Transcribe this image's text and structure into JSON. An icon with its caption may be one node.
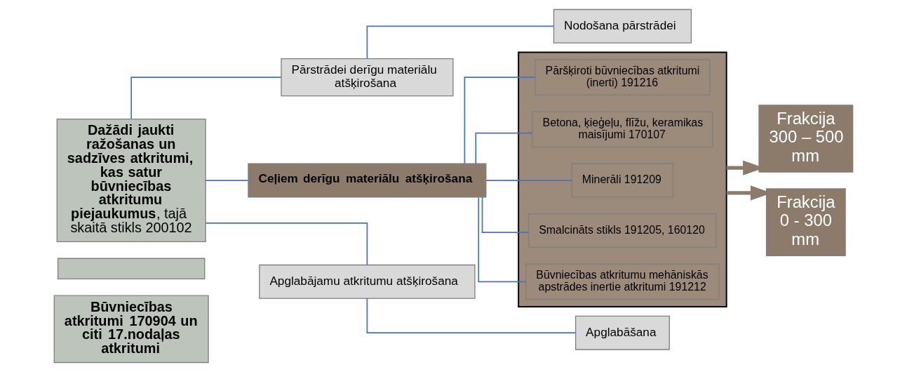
{
  "diagram": {
    "nodes": [
      {
        "text": [
          "Būvniecības atkritumi 170904 un citi 17.nodaļas atkritumi"
        ]
      },
      {
        "text": [],
        "shape": "box"
      },
      {
        "text": [
          "**Dažādi jaukti ražošanas un sadzīves atkritumi, kas satur būvniecības atkritumu piejaukumus**, tajā skaitā stikls 200102"
        ]
      },
      {
        "text": [
          "Pārstrādei derīgu materiālu atšķirošana"
        ]
      },
      {
        "text": [
          "Nodošana pārstrādei"
        ]
      },
      {
        "text": [
          "Ceļiem derīgu materiālu atšķirošana"
        ]
      },
      {
        "text": [],
        "shape": "box"
      },
      {
        "text": [
          "Pāršķiroti būvniecības atkritumi (inerti) 191216"
        ],
        "in": 6
      },
      {
        "text": [
          "Betona, ķieģeļu, flīžu, keramikas maisījumi 170107"
        ],
        "in": 6
      },
      {
        "text": [
          "Minerāli 191209"
        ],
        "in": 6
      },
      {
        "text": [
          "Smalcināts stikls 191205, 160120"
        ],
        "in": 6
      },
      {
        "text": [
          "Būvniecības atkritumu mehāniskās apstrādes inertie atkritumi 191212"
        ],
        "in": 6
      },
      {
        "text": [
          "Frakcija 300 – 500 mm"
        ]
      },
      {
        "text": [
          "Frakcija 0 - 300 mm"
        ]
      },
      {
        "text": [
          "Apglabājamu atkritumu atšķirošana"
        ]
      },
      {
        "text": [
          "Apglabāšana"
        ]
      }
    ],
    "edges": [
      {
        "from": 2,
        "to": 3,
        "arrow": "none"
      },
      {
        "from": 2,
        "to": 5,
        "arrow": "none"
      },
      {
        "from": 2,
        "to": 14,
        "arrow": "none"
      },
      {
        "from": 3,
        "to": 4,
        "arrow": "none"
      },
      {
        "from": 5,
        "to": 7,
        "arrow": "none"
      },
      {
        "from": 5,
        "to": 8,
        "arrow": "none"
      },
      {
        "from": 5,
        "to": 9,
        "arrow": "none"
      },
      {
        "from": 5,
        "to": 10,
        "arrow": "none"
      },
      {
        "from": 5,
        "to": 11,
        "arrow": "none"
      },
      {
        "from": 6,
        "to": 12,
        "arrow": "to",
        "style": "thick",
        "color": "#8c7b6b"
      },
      {
        "from": 6,
        "to": 13,
        "arrow": "to",
        "style": "thick",
        "color": "#8c7b6b"
      },
      {
        "from": 14,
        "to": 15,
        "arrow": "none"
      }
    ]
  }
}
